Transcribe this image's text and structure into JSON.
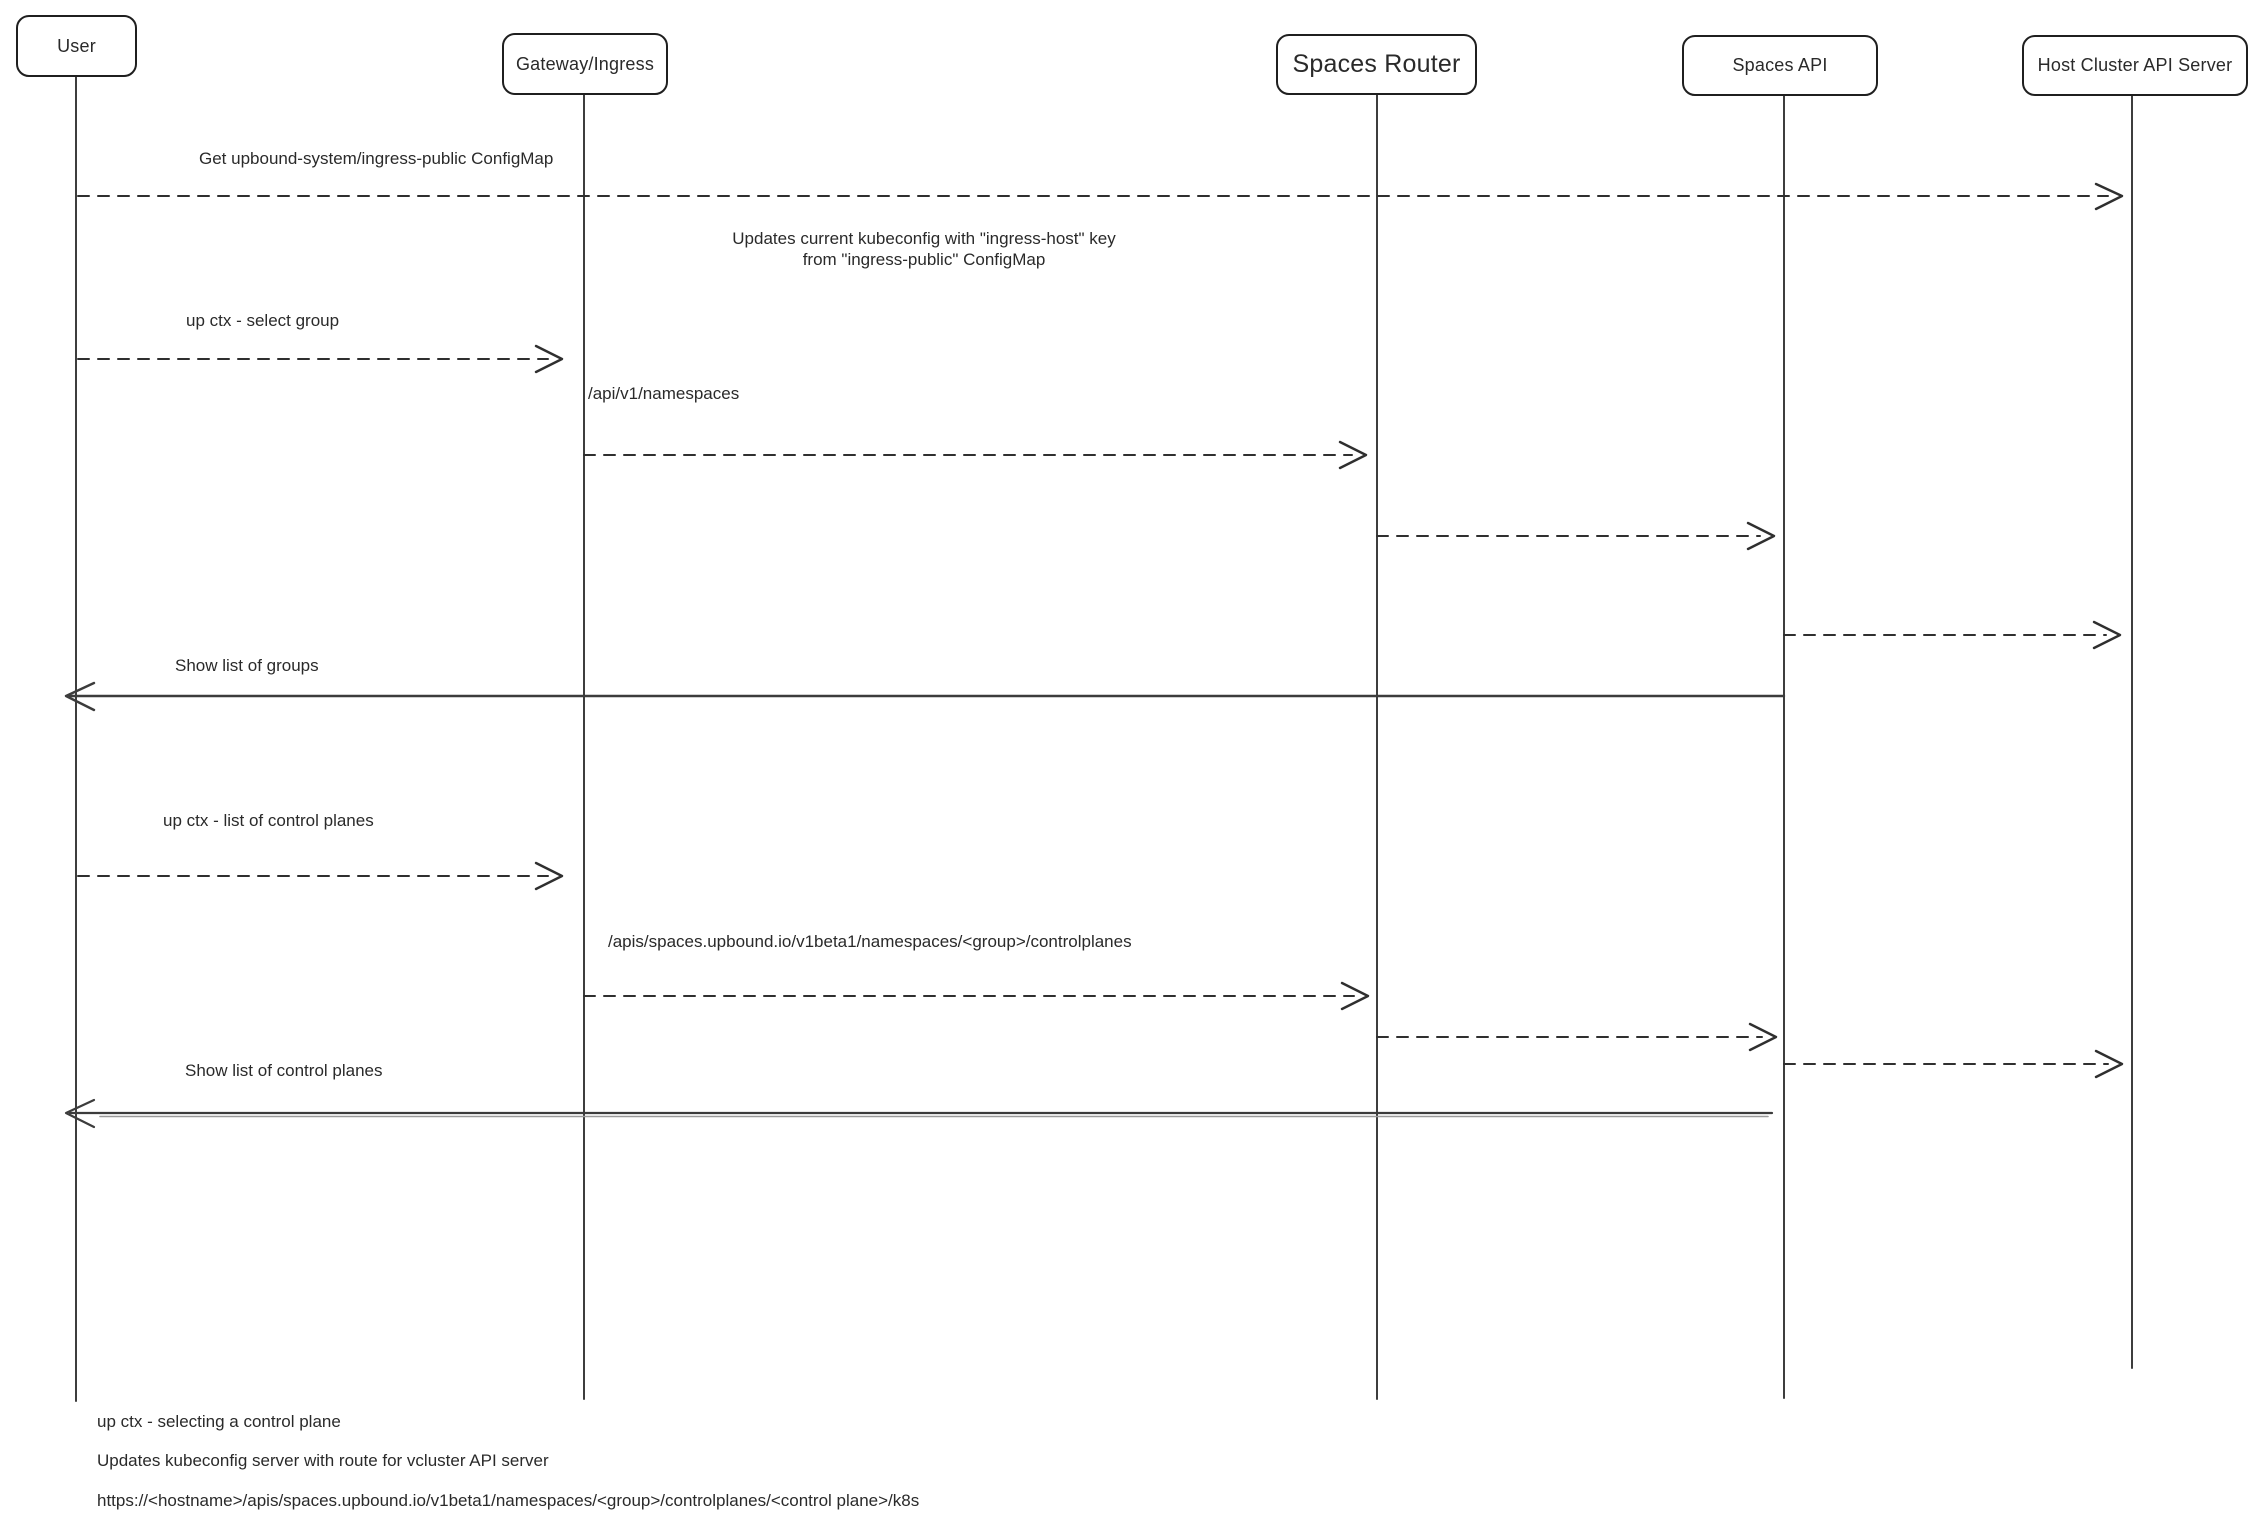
{
  "diagram": {
    "actors": [
      {
        "label": "User"
      },
      {
        "label": "Gateway/Ingress"
      },
      {
        "label": "Spaces Router"
      },
      {
        "label": "Spaces API"
      },
      {
        "label": "Host Cluster API Server"
      }
    ],
    "messages": [
      {
        "label": "Get upbound-system/ingress-public ConfigMap"
      },
      {
        "label": "up ctx - select group"
      },
      {
        "label": "/api/v1/namespaces"
      },
      {
        "label": "Show list of groups"
      },
      {
        "label": "up ctx - list of control planes"
      },
      {
        "label": "/apis/spaces.upbound.io/v1beta1/namespaces/<group>/controlplanes"
      },
      {
        "label": "Show list of control planes"
      }
    ],
    "note": {
      "line1": "Updates current kubeconfig with \"ingress-host\" key",
      "line2": "from \"ingress-public\" ConfigMap"
    },
    "footnotes": [
      "up ctx - selecting a control plane",
      "Updates kubeconfig server with route for vcluster API server",
      "https://<hostname>/apis/spaces.upbound.io/v1beta1/namespaces/<group>/controlplanes/<control plane>/k8s"
    ],
    "colors": {
      "stroke": "#2f2f2f",
      "background": "#ffffff"
    }
  }
}
